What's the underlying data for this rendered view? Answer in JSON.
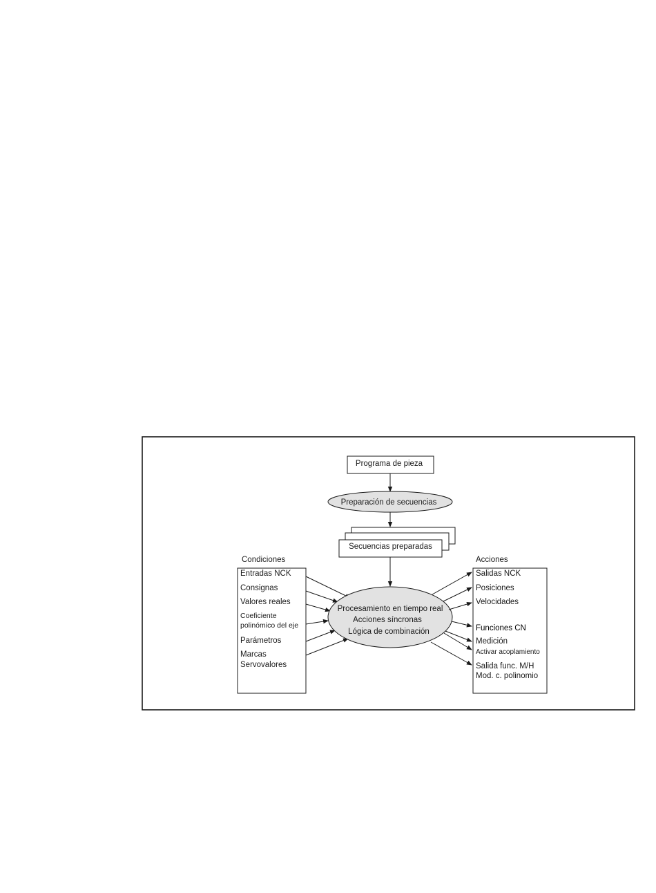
{
  "diagram": {
    "top_box": "Programa de pieza",
    "prep_ellipse": "Preparación de secuencias",
    "prepared_stack": "Secuencias preparadas",
    "center": {
      "line1": "Procesamiento en tiempo real",
      "line2": "Acciones síncronas",
      "line3": "Lógica de combinación"
    },
    "conditions": {
      "title": "Condiciones",
      "items": [
        "Entradas NCK",
        "Consignas",
        "Valores reales",
        "Coeficiente",
        "polinómico del eje",
        "Parámetros",
        "Marcas",
        "Servovalores"
      ]
    },
    "actions": {
      "title": "Acciones",
      "items": [
        "Salidas NCK",
        "Posiciones",
        "Velocidades",
        "Funciones CN",
        "Medición",
        "Activar acoplamiento",
        "Salida func. M/H",
        "Mod. c. polinomio"
      ]
    }
  }
}
